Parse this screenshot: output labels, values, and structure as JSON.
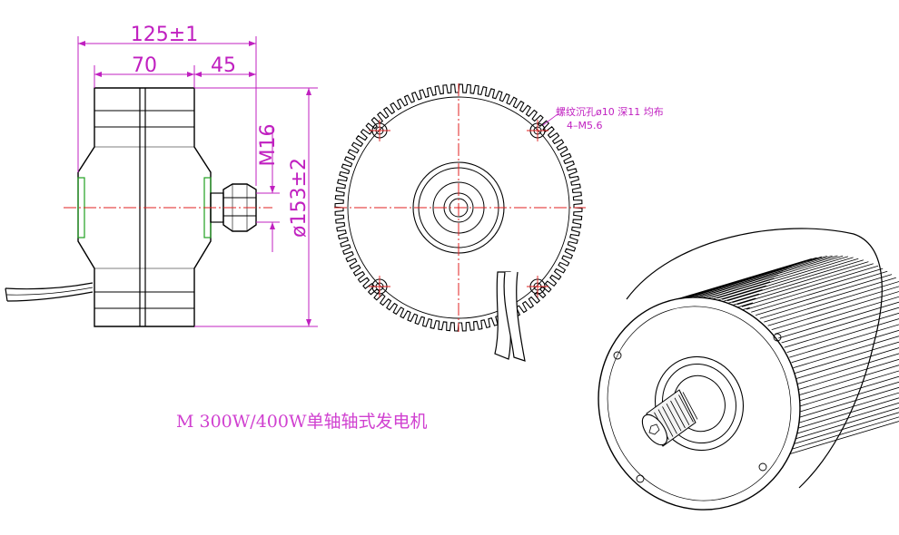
{
  "side_view": {
    "dim_overall": "125±1",
    "dim_body": "70",
    "dim_shaft": "45",
    "dim_thread": "M16",
    "dim_diameter": "ø153±2"
  },
  "front_view": {
    "hole_note_line1": "螺纹沉孔ø10 深11 均布",
    "hole_note_line2": "4–M5.6"
  },
  "caption": "M 300W/400W单轴轴式发电机",
  "colors": {
    "dimension": "#c020c0",
    "centerline": "#e02020",
    "outline": "#000000",
    "hidden_lines": "#20a020"
  }
}
